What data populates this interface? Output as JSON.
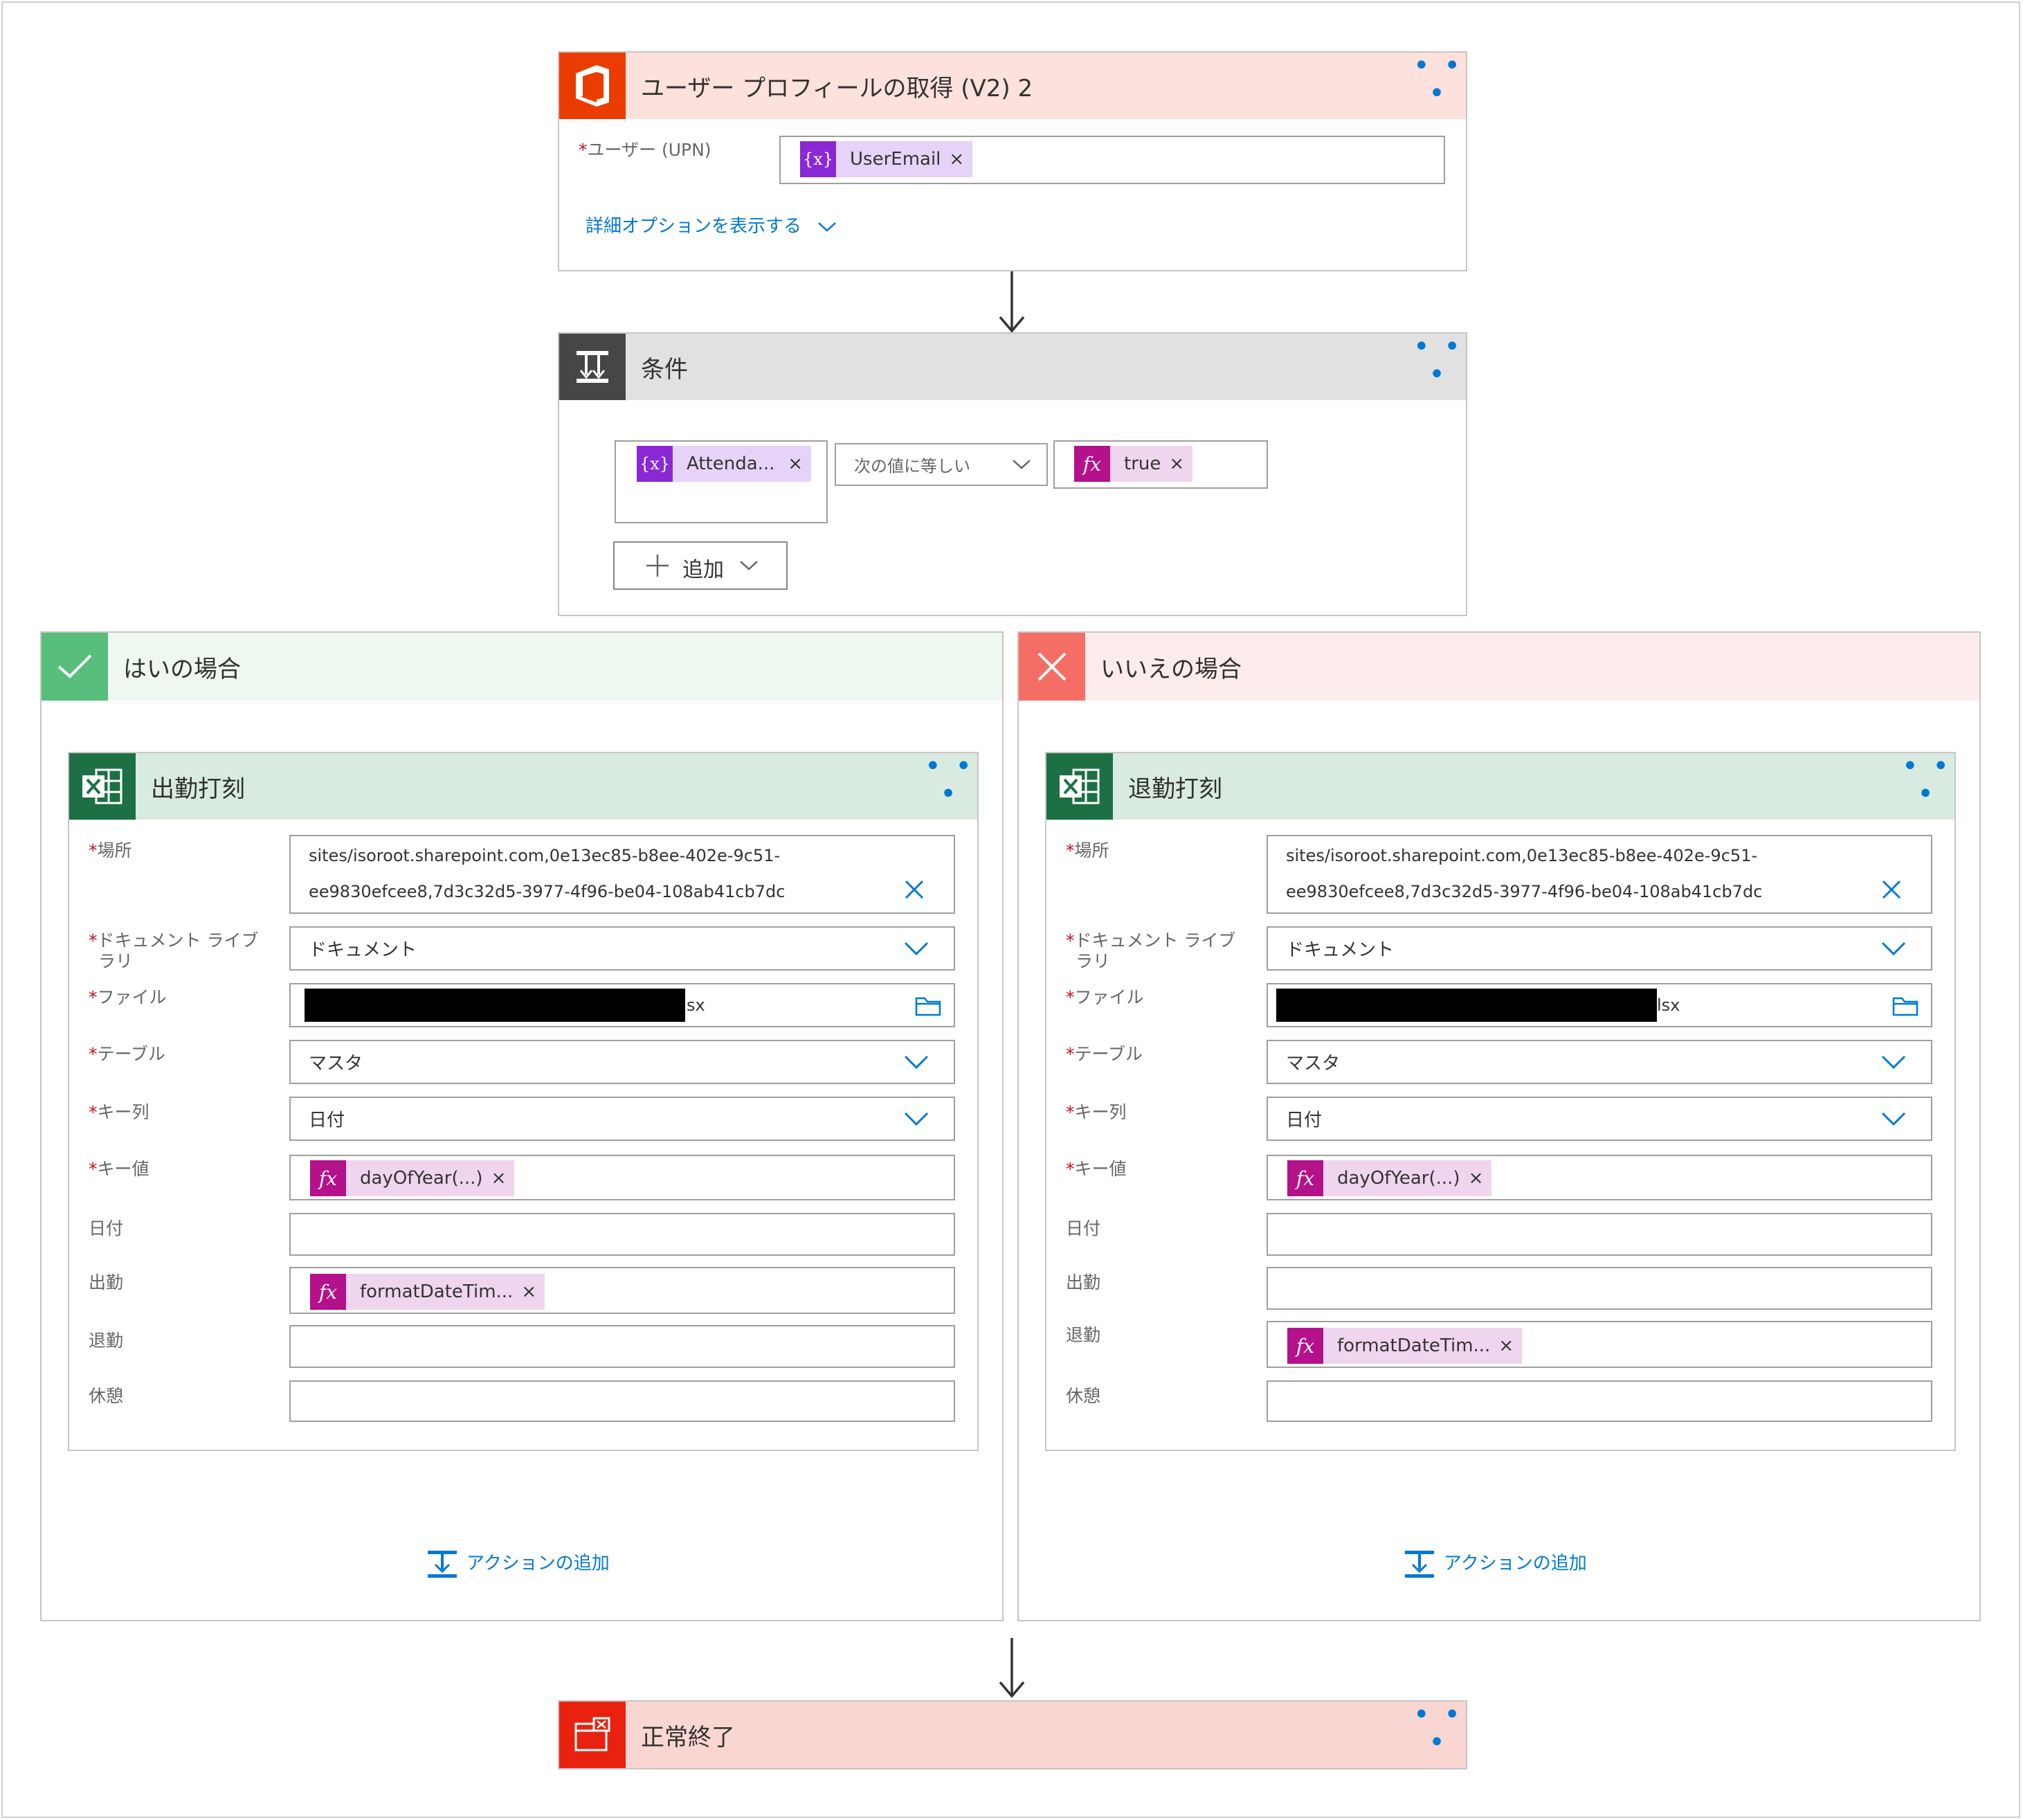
{
  "colors": {
    "office_red": "#eb3c00",
    "header_pink": "#fce1dc",
    "condition_gray": "#484644",
    "header_gray": "#e1e1e1",
    "yes_green": "#58be7c",
    "yes_bg": "#eef8f1",
    "no_red": "#f56e66",
    "no_bg": "#fdecec",
    "excel_green": "#1d7044",
    "excel_header": "#d9ebe0",
    "token_var": "#8a28d6",
    "token_fx": "#b4118b",
    "link_blue": "#0078d4",
    "terminate_red": "#e8220f",
    "terminate_bg": "#f9d6d2"
  },
  "get_profile": {
    "icon": "office-icon",
    "title": "ユーザー プロフィールの取得 (V2) 2",
    "menu": "• • •",
    "user_label": "ユーザー (UPN)",
    "user_token": "UserEmail",
    "advanced_link": "詳細オプションを表示する"
  },
  "condition": {
    "icon": "condition-icon",
    "title": "条件",
    "menu": "• • •",
    "left_token": "Attenda...",
    "operator": "次の値に等しい",
    "right_token": "true",
    "add_label": "追加"
  },
  "branches": {
    "yes": {
      "icon": "check-icon",
      "title": "はいの場合",
      "action": {
        "icon": "excel-icon",
        "title": "出勤打刻",
        "menu": "• • •",
        "location_label": "場所",
        "location_line1": "sites/isoroot.sharepoint.com,0e13ec85-b8ee-402e-9c51-",
        "location_line2": "ee9830efcee8,7d3c32d5-3977-4f96-be04-108ab41cb7dc",
        "doclib_label_1": "ドキュメント ライブ",
        "doclib_label_2": "ラリ",
        "doclib_value": "ドキュメント",
        "file_label": "ファイル",
        "file_suffix": "sx",
        "table_label": "テーブル",
        "table_value": "マスタ",
        "keycol_label": "キー列",
        "keycol_value": "日付",
        "keyval_label": "キー値",
        "keyval_token": "dayOfYear(...)",
        "date_label": "日付",
        "checkin_label": "出勤",
        "checkin_token": "formatDateTim...",
        "checkout_label": "退勤",
        "break_label": "休憩"
      },
      "add_action": "アクションの追加"
    },
    "no": {
      "icon": "x-icon",
      "title": "いいえの場合",
      "action": {
        "icon": "excel-icon",
        "title": "退勤打刻",
        "menu": "• • •",
        "location_label": "場所",
        "location_line1": "sites/isoroot.sharepoint.com,0e13ec85-b8ee-402e-9c51-",
        "location_line2": "ee9830efcee8,7d3c32d5-3977-4f96-be04-108ab41cb7dc",
        "doclib_label_1": "ドキュメント ライブ",
        "doclib_label_2": "ラリ",
        "doclib_value": "ドキュメント",
        "file_label": "ファイル",
        "file_suffix": "lsx",
        "table_label": "テーブル",
        "table_value": "マスタ",
        "keycol_label": "キー列",
        "keycol_value": "日付",
        "keyval_label": "キー値",
        "keyval_token": "dayOfYear(...)",
        "date_label": "日付",
        "checkin_label": "出勤",
        "checkout_label": "退勤",
        "checkout_token": "formatDateTim...",
        "break_label": "休憩"
      },
      "add_action": "アクションの追加"
    }
  },
  "terminate": {
    "icon": "terminate-icon",
    "title": "正常終了",
    "menu": "• • •"
  }
}
